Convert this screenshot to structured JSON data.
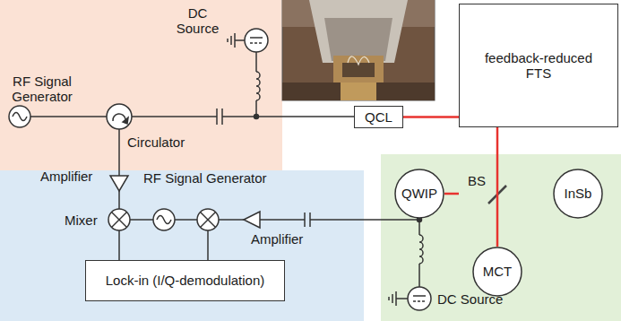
{
  "diagram": {
    "nodes": [
      {
        "text": [
          "feedback-reduced FTS"
        ]
      },
      {
        "text": [
          "QCL"
        ]
      },
      {
        "text": [
          "QWIP"
        ]
      },
      {
        "text": [
          "InSb"
        ]
      },
      {
        "text": [
          "MCT"
        ]
      },
      {
        "text": [
          "Lock-in (I/Q-demodulation)"
        ]
      }
    ],
    "edges": [
      {
        "from": 1,
        "to": 0,
        "arrow": "none"
      },
      {
        "from": 0,
        "to": 2,
        "arrow": "none"
      },
      {
        "from": 0,
        "to": 4,
        "arrow": "none"
      }
    ],
    "labels": [
      "DC Source",
      "RF Signal Generator",
      "Circulator",
      "Amplifier",
      "RF Signal Generator",
      "Mixer",
      "Amplifier",
      "BS",
      "DC Source"
    ]
  }
}
